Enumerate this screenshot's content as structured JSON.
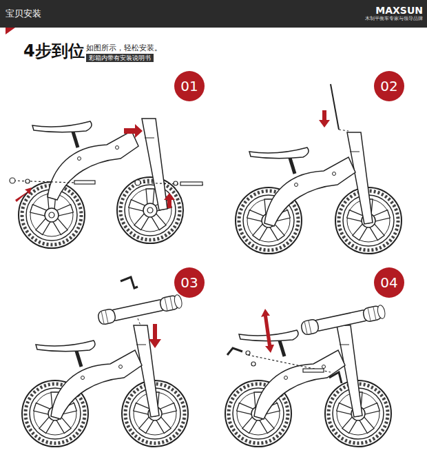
{
  "diagram": {
    "title": "4步到位",
    "nodes": [
      {
        "text": [
          "宝贝安装",
          "MAXSUN",
          "木制平衡车专家与领导品牌"
        ]
      },
      {
        "text": [
          "彩箱内带有安装说明书"
        ]
      },
      {
        "text": [
          "01"
        ]
      },
      {
        "text": [
          "02"
        ]
      },
      {
        "text": [
          "03"
        ]
      },
      {
        "text": [
          "04"
        ]
      }
    ],
    "labels": [
      "如图所示，轻松安装。"
    ]
  }
}
